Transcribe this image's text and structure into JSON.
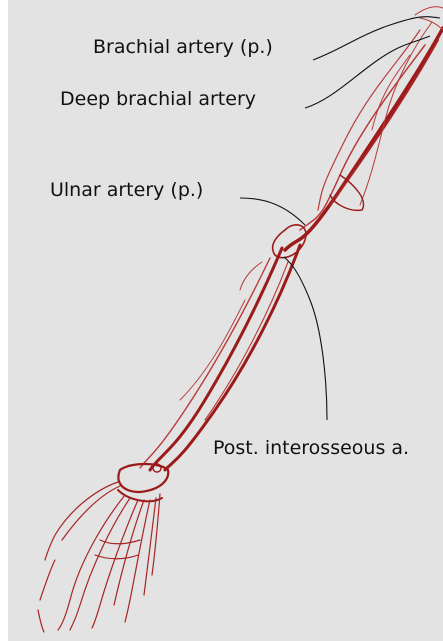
{
  "labels": {
    "brachial_artery": "Brachial artery (p.)",
    "deep_brachial_artery": "Deep brachial artery",
    "ulnar_artery": "Ulnar artery (p.)",
    "post_interosseous": "Post. interosseous a."
  },
  "colors": {
    "background": "#e3e3e3",
    "artery": "#9b1a1a",
    "artery_light": "#b83a3a",
    "leader_line": "#111111",
    "text": "#111111"
  }
}
